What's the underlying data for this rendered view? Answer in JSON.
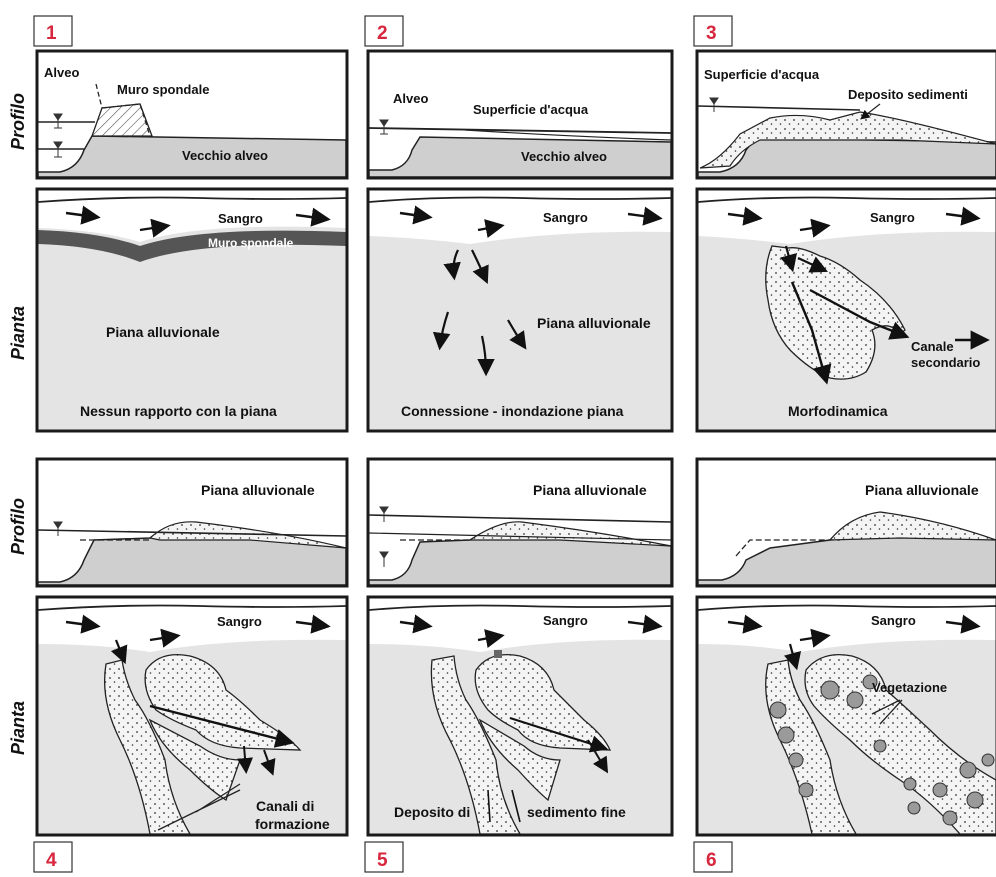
{
  "panel_numbers": [
    "1",
    "2",
    "3",
    "4",
    "5",
    "6"
  ],
  "row_labels": {
    "profile": "Profilo",
    "plan": "Pianta"
  },
  "labels": {
    "alveo": "Alveo",
    "muro_spondale": "Muro spondale",
    "vecchio_alveo": "Vecchio alveo",
    "superficie_acqua": "Superficie d'acqua",
    "superficie_acqua_3": "Superficie d'acqua",
    "deposito_sedimenti": "Deposito sedimenti",
    "sangro": "Sangro",
    "muro_spondale_plan": "Muro spondale",
    "piana_alluvionale": "Piana alluvionale",
    "nessun_rapporto": "Nessun rapporto con la piana",
    "connessione": "Connessione - inondazione piana",
    "morfodinamica": "Morfodinamica",
    "canale_secondario_1": "Canale",
    "canale_secondario_2": "secondario",
    "canali_formazione_1": "Canali di",
    "canali_formazione_2": "formazione",
    "deposito_di": "Deposito di",
    "sedimento_fine": "sedimento fine",
    "vegetazione": "Vegetazione"
  },
  "colors": {
    "accent": "#d7263d",
    "ground": "#cfcfcf",
    "plain": "#e4e4e4",
    "frame": "#1a1a1a"
  }
}
